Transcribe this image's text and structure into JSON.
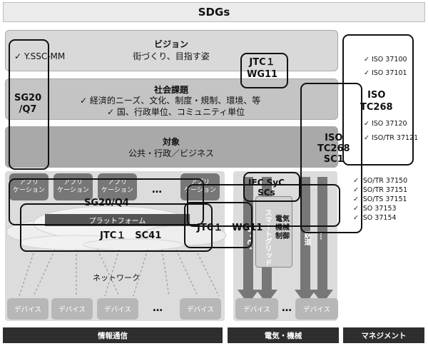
{
  "title": "SDGs",
  "vision": {
    "title": "ビジョン",
    "subtitle": "街づくり、目指す姿",
    "left_item": "✓ Y.SSC-MM"
  },
  "social": {
    "title": "社会課題",
    "line1": "✓ 経済的ニーズ、文化、制度・規制、環境、等",
    "line2": "✓ 国、行政単位、コミュニティ単位"
  },
  "target": {
    "title": "対象",
    "subtitle": "公共・行政／ビジネス"
  },
  "apps": [
    "アプリ\nケーション",
    "アプリ\nケーション",
    "アプリ\nケーション",
    "アプリ\nケーション"
  ],
  "ellipsis": "…",
  "platform": "プラットフォーム",
  "network": "ネットワーク",
  "devices": [
    "デバイス",
    "デバイス",
    "デバイス",
    "デバイス"
  ],
  "elec_devices": [
    "デバイス",
    "デバイス"
  ],
  "vertical": {
    "bc": "B・C・",
    "smartgrid": "スマートグリッド",
    "elec": "電気\n機械\n制御",
    "rail": "鉄道",
    "dots": "…"
  },
  "labels": {
    "jtc1_wg11_top": "JTC１\nWG11",
    "sg20": "SG20\n/Q7",
    "iso_tc268": "ISO\nTC268",
    "iso_tc268_sc1": "ISO\nTC268\nSC1",
    "iec_syc": "IEC SyC\nSCs",
    "sg20q4": "SG20/Q4",
    "jtc1_sc41": "JTC１　SC41",
    "jtc1_wg11": "JTC１　WG11"
  },
  "iso_list_top": [
    "✓ ISO 37100",
    "✓ ISO 37101"
  ],
  "iso_list_mid": [
    "✓ ISO 37120",
    "✓ ISO/TR 37121"
  ],
  "iso_list_bottom": [
    "✓ ISO/TR 37150",
    "✓ ISO/TR 37151",
    "✓ ISO/TS 37151",
    "✓ ISO 37153",
    "✓ ISO 37154"
  ],
  "footer": [
    "情報通信",
    "電気・機械",
    "マネジメント"
  ]
}
